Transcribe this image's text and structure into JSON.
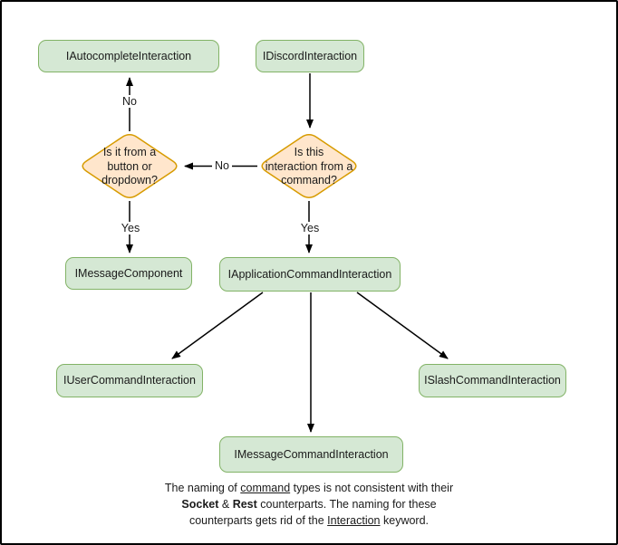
{
  "diagram": {
    "nodes": {
      "autocomplete": "IAutocompleteInteraction",
      "discord": "IDiscordInteraction",
      "message_component": "IMessageComponent",
      "application_command": "IApplicationCommandInteraction",
      "user_command": "IUserCommandInteraction",
      "slash_command": "ISlashCommandInteraction",
      "message_command": "IMessageCommandInteraction"
    },
    "decisions": {
      "d1": {
        "question": "Is it from a button or dropdown?",
        "lines": [
          "Is it from a",
          "button or",
          "dropdown?"
        ]
      },
      "d2": {
        "question": "Is this interaction from a command?",
        "lines": [
          "Is this",
          "interaction from a",
          "command?"
        ]
      }
    },
    "edge_labels": {
      "no_top": "No",
      "no_left": "No",
      "yes_left": "Yes",
      "yes_right": "Yes"
    },
    "colors": {
      "node_fill": "#d5e8d4",
      "node_border": "#82b366",
      "decision_fill": "#ffe6cc",
      "decision_border": "#d79b00",
      "edge": "#000000",
      "canvas_border": "#000000",
      "background": "#ffffff"
    }
  },
  "footer": {
    "l1a": "The naming of ",
    "l1b": "command",
    "l1c": " types is not consistent with their",
    "l2a": "Socket",
    "l2b": " & ",
    "l2c": "Rest",
    "l2d": " counterparts. The naming for these",
    "l3a": "counterparts gets rid of the ",
    "l3b": "Interaction",
    "l3c": " keyword."
  }
}
